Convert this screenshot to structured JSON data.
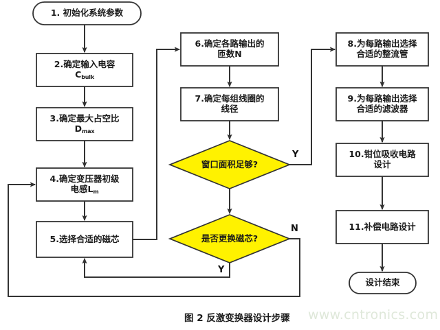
{
  "figure": {
    "caption": "图 2 反激变换器设计步骤",
    "watermark": "www.cntronics.com"
  },
  "colors": {
    "decision_fill": "#FFF200",
    "node_stroke": "#333333",
    "line": "#333333",
    "text": "#1a1a1a",
    "background": "#ffffff",
    "watermark": "#dfe8da"
  },
  "nodes": {
    "start": {
      "shape": "terminator",
      "text": "1. 初始化系统参数"
    },
    "step2": {
      "shape": "process",
      "text": "2.确定输入电容",
      "sub_line": "C",
      "sub_script": "bulk"
    },
    "step3": {
      "shape": "process",
      "text": "3.确定最大占空比",
      "sub_line": "D",
      "sub_script": "max"
    },
    "step4": {
      "shape": "process",
      "text": "4.确定变压器初级",
      "sub_line": "电感L",
      "sub_script": "m"
    },
    "step5": {
      "shape": "process",
      "text": "5.选择合适的磁芯"
    },
    "step6": {
      "shape": "process",
      "line1": "6.确定各路输出的",
      "line2": "匝数N"
    },
    "step7": {
      "shape": "process",
      "line1": "7.确定每组线圈的",
      "line2": "线径"
    },
    "dec1": {
      "shape": "decision",
      "text": "窗口面积足够?"
    },
    "dec2": {
      "shape": "decision",
      "text": "是否更换磁芯?"
    },
    "step8": {
      "shape": "process",
      "line1": "8.为每路输出选择",
      "line2": "合适的整流管"
    },
    "step9": {
      "shape": "process",
      "line1": "9.为每路输出选择",
      "line2": "合适的滤波器"
    },
    "step10": {
      "shape": "process",
      "line1": "10.钳位吸收电路",
      "line2": "设计"
    },
    "step11": {
      "shape": "process",
      "text": "11.补偿电路设计"
    },
    "end": {
      "shape": "terminator",
      "text": "设计结束"
    }
  },
  "branch_labels": {
    "dec1_yes": "Y",
    "dec2_no": "N",
    "dec2_yes": "Y"
  },
  "flow_edges": [
    {
      "from": "start",
      "to": "step2",
      "label": ""
    },
    {
      "from": "step2",
      "to": "step3",
      "label": ""
    },
    {
      "from": "step3",
      "to": "step4",
      "label": ""
    },
    {
      "from": "step4",
      "to": "step5",
      "label": ""
    },
    {
      "from": "step5",
      "to": "step6",
      "label": ""
    },
    {
      "from": "step6",
      "to": "step7",
      "label": ""
    },
    {
      "from": "step7",
      "to": "dec1",
      "label": ""
    },
    {
      "from": "dec1",
      "to": "step8",
      "label": "Y"
    },
    {
      "from": "dec1",
      "to": "dec2",
      "label": ""
    },
    {
      "from": "dec2",
      "to": "step4",
      "label": "N"
    },
    {
      "from": "dec2",
      "to": "step5",
      "label": "Y"
    },
    {
      "from": "step8",
      "to": "step9",
      "label": ""
    },
    {
      "from": "step9",
      "to": "step10",
      "label": ""
    },
    {
      "from": "step10",
      "to": "step11",
      "label": ""
    },
    {
      "from": "step11",
      "to": "end",
      "label": ""
    }
  ]
}
